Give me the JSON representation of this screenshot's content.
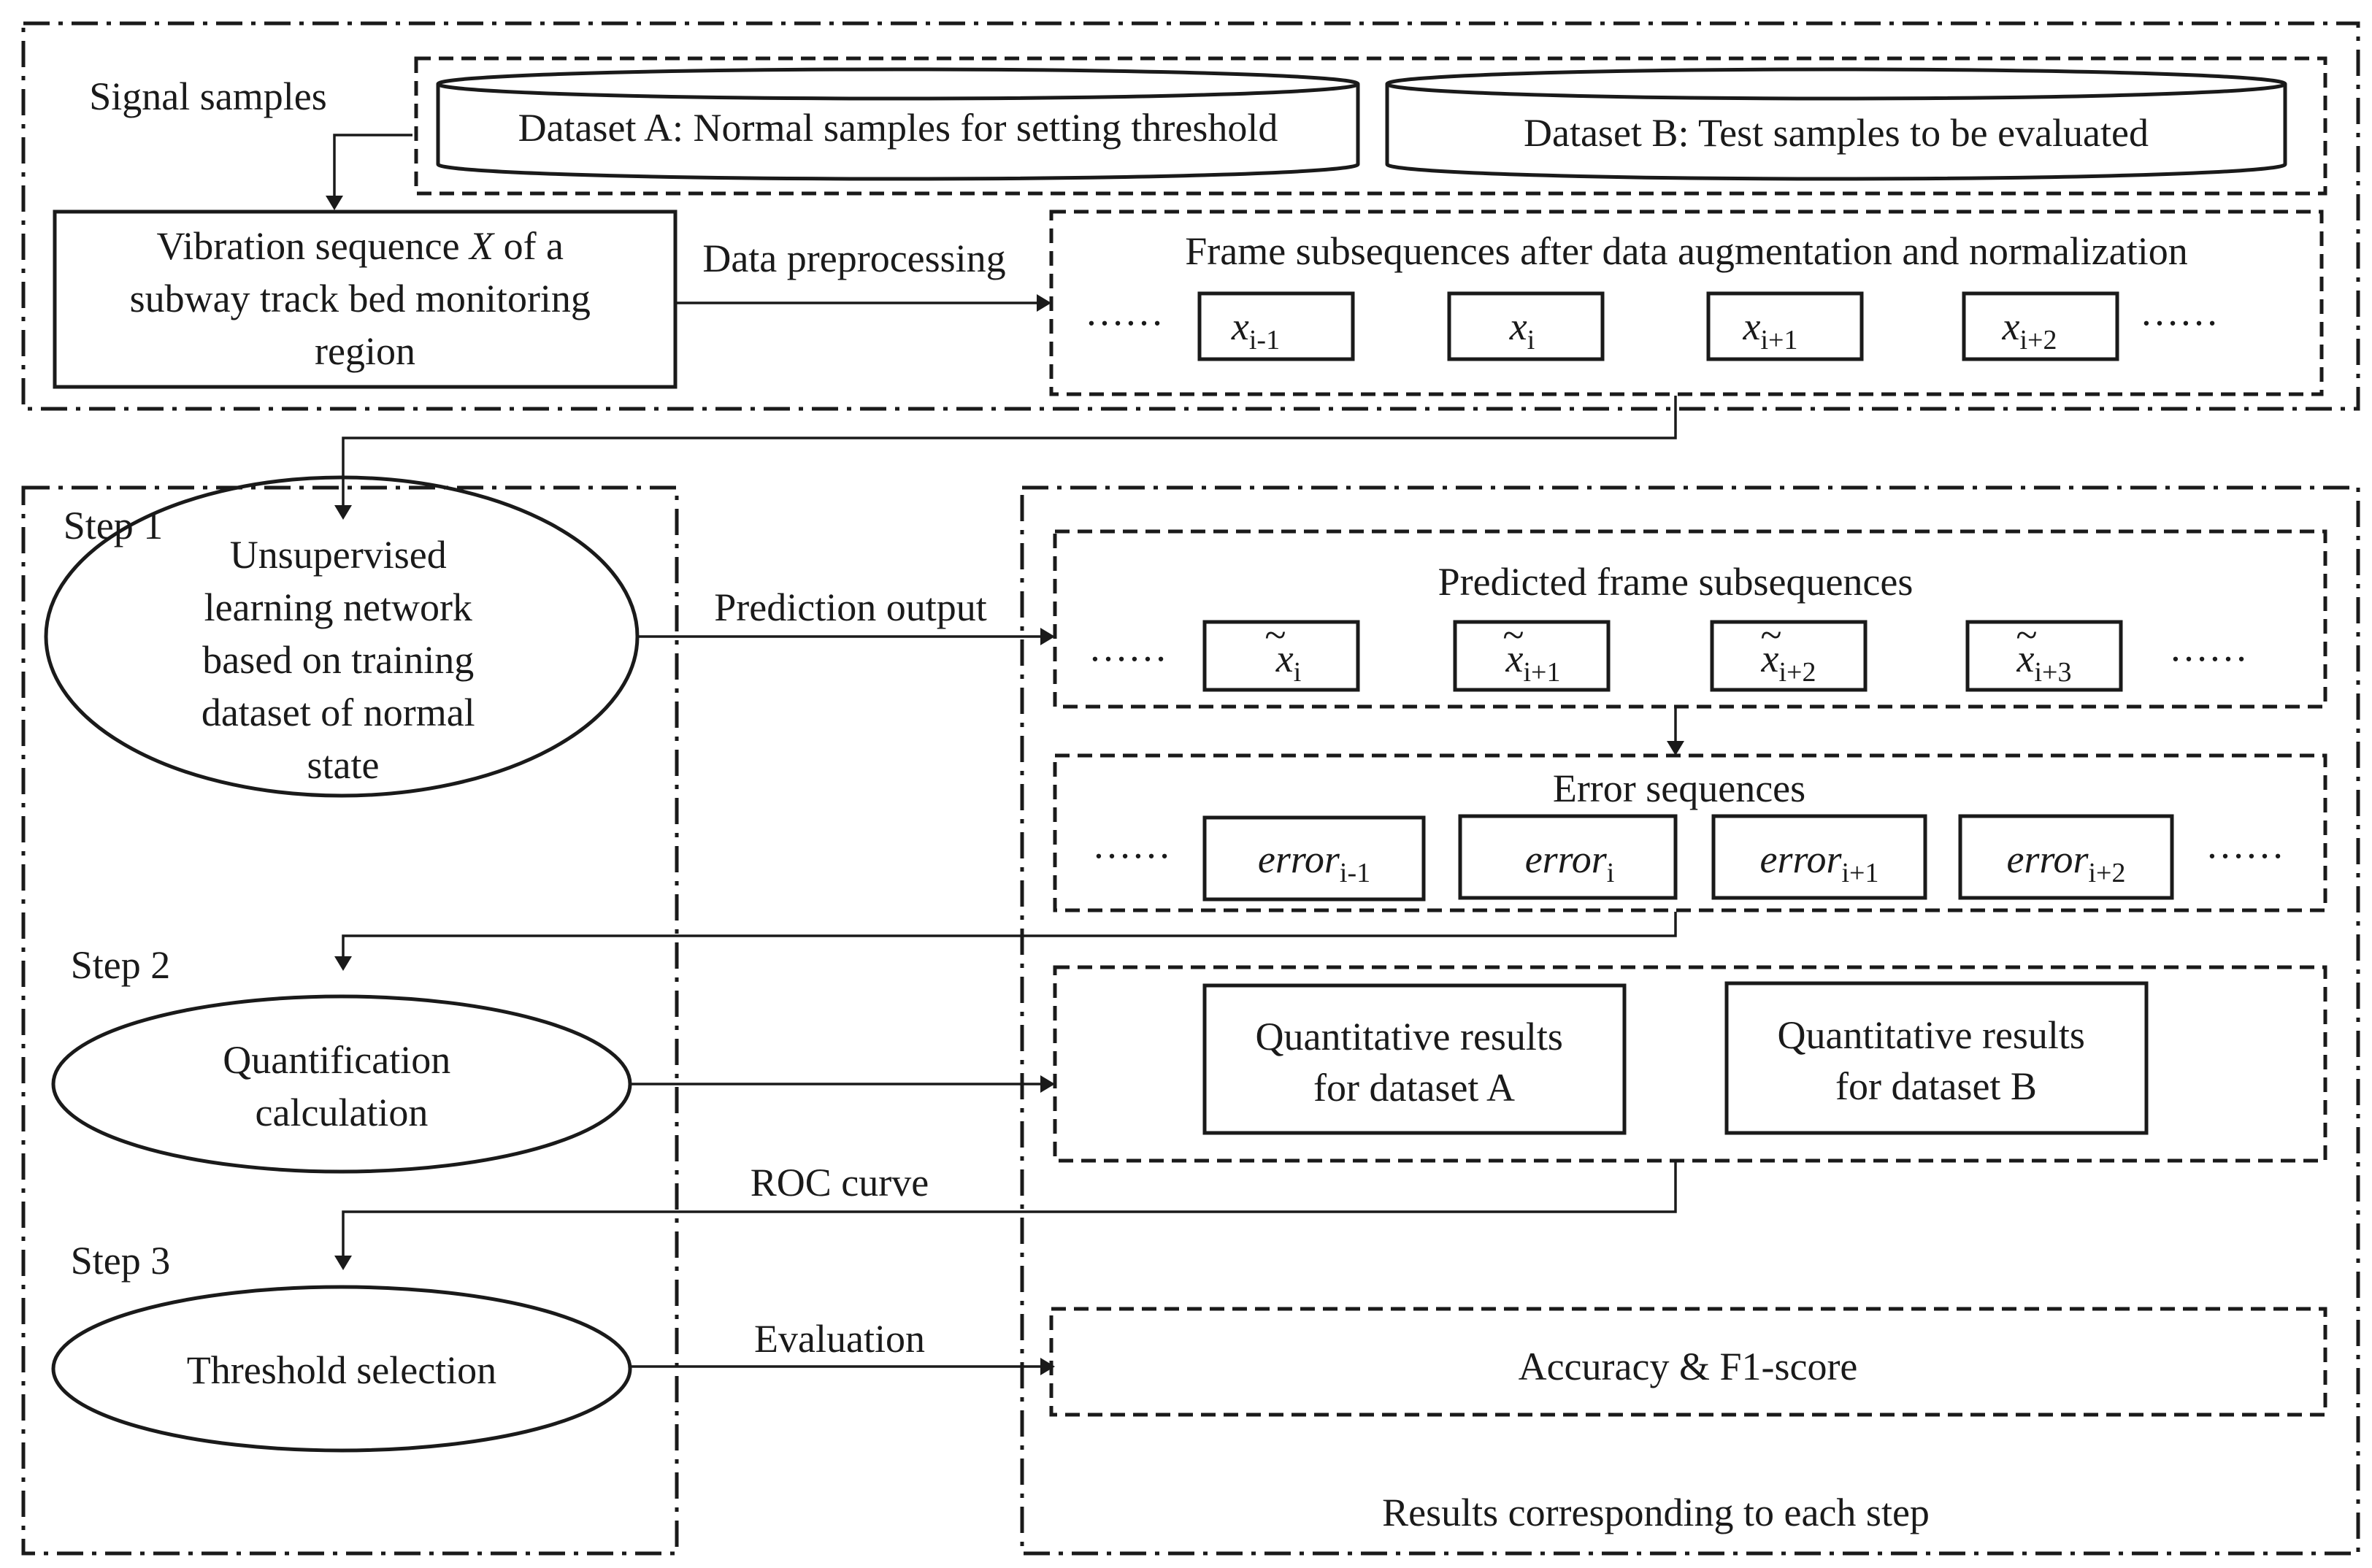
{
  "top": {
    "signal_samples": "Signal samples",
    "dataset_a": "Dataset A: Normal samples for setting threshold",
    "dataset_b": "Dataset B: Test samples to be evaluated",
    "vibration": [
      "Vibration sequence ",
      "X",
      " of a",
      "subway track bed monitoring",
      "region"
    ],
    "data_preprocessing": "Data preprocessing",
    "frame_title": "Frame subsequences after data augmentation and normalization",
    "ellipsis": "……",
    "frames": [
      {
        "base": "x",
        "sub": "i-1"
      },
      {
        "base": "x",
        "sub": "i"
      },
      {
        "base": "x",
        "sub": "i+1"
      },
      {
        "base": "x",
        "sub": "i+2"
      }
    ]
  },
  "steps": {
    "step1_label": "Step 1",
    "step1_lines": [
      "Unsupervised",
      "learning network",
      "based on training",
      "dataset of normal",
      "state"
    ],
    "prediction_output": "Prediction output",
    "step2_label": "Step 2",
    "step2_lines": [
      "Quantification",
      "calculation"
    ],
    "roc_curve": "ROC curve",
    "step3_label": "Step 3",
    "step3_text": "Threshold selection",
    "evaluation": "Evaluation"
  },
  "results": {
    "predicted_title": "Predicted frame subsequences",
    "tilde": "~",
    "predicted": [
      {
        "base": "x",
        "sub": "i"
      },
      {
        "base": "x",
        "sub": "i+1"
      },
      {
        "base": "x",
        "sub": "i+2"
      },
      {
        "base": "x",
        "sub": "i+3"
      }
    ],
    "error_title": "Error sequences",
    "errors": [
      {
        "base": "error",
        "sub": "i-1"
      },
      {
        "base": "error",
        "sub": "i"
      },
      {
        "base": "error",
        "sub": "i+1"
      },
      {
        "base": "error",
        "sub": "i+2"
      }
    ],
    "quant_a": [
      "Quantitative results",
      "for dataset A"
    ],
    "quant_b": [
      "Quantitative results",
      "for dataset B"
    ],
    "accuracy": "Accuracy & F1-score",
    "footer": "Results corresponding to each step"
  }
}
